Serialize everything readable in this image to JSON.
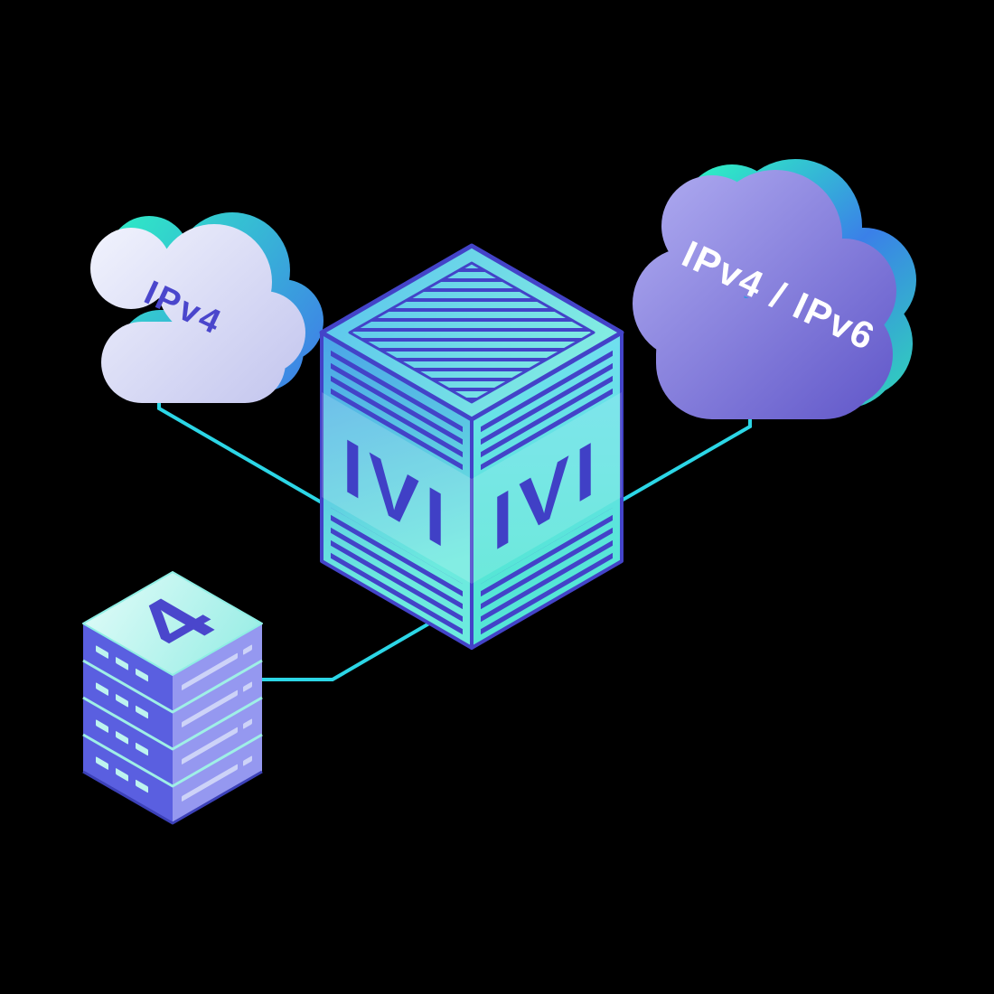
{
  "scene": {
    "description": "Isometric network diagram: IVI translator box connecting an IPv4 cloud, an IPv4/IPv6 dual-stack cloud and an IPv4 server stack",
    "background": "#000000"
  },
  "clouds": {
    "ipv4": {
      "label": "IPv4"
    },
    "dual": {
      "label": "IPv4 / IPv6"
    }
  },
  "translator": {
    "left_face_label": "IVI",
    "right_face_label": "IVI"
  },
  "server_stack": {
    "top_label": "4",
    "tiers": 4
  },
  "colors": {
    "background": "#000000",
    "connector": "#2cd6e6",
    "indigo": "#4343c8",
    "teal_accent": "#2fe8c6",
    "blue_accent": "#3f7de8",
    "cloud_lavender": "#dcdDF6",
    "cloud_purple": "#8f8ae4",
    "box_teal": "#63e8da",
    "server_mint": "#c8f7f0"
  }
}
